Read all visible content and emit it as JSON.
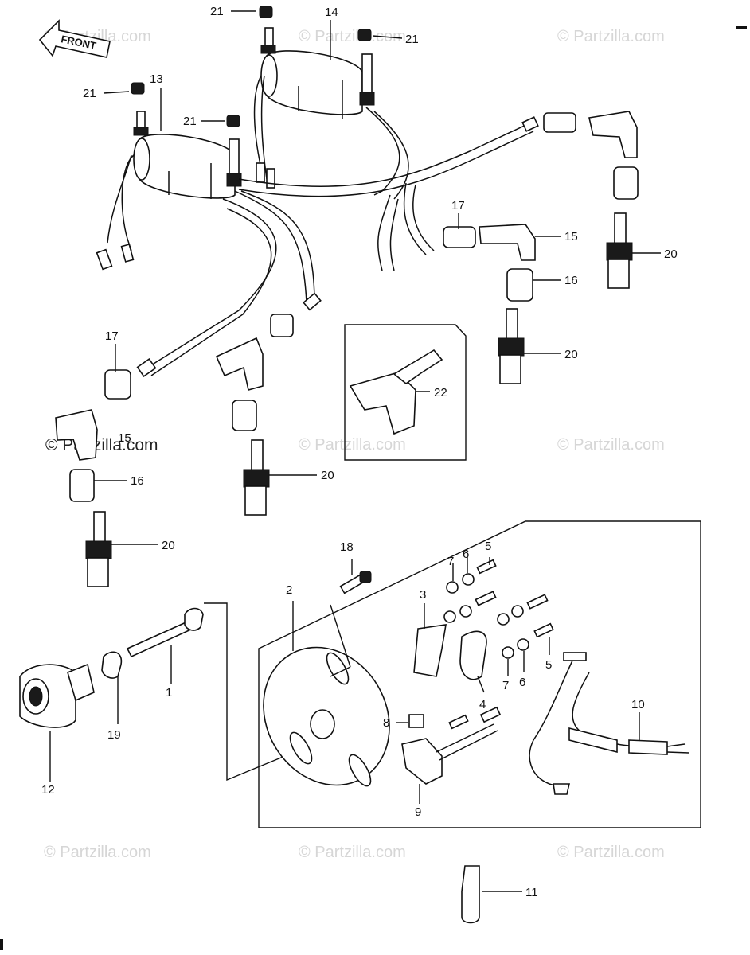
{
  "front_arrow": {
    "label": "FRONT"
  },
  "watermark": {
    "text": "© Partzilla.com",
    "prominent_text": "© Partzilla.com"
  },
  "callouts": {
    "c1": "1",
    "c2": "2",
    "c3": "3",
    "c4": "4",
    "c5a": "5",
    "c5b": "5",
    "c6a": "6",
    "c6b": "6",
    "c7a": "7",
    "c7b": "7",
    "c8": "8",
    "c9": "9",
    "c10": "10",
    "c11": "11",
    "c12": "12",
    "c13": "13",
    "c14": "14",
    "c15a": "15",
    "c15b": "15",
    "c16a": "16",
    "c16b": "16",
    "c17a": "17",
    "c17b": "17",
    "c18": "18",
    "c19": "19",
    "c20a": "20",
    "c20b": "20",
    "c20c": "20",
    "c20d": "20",
    "c21a": "21",
    "c21b": "21",
    "c21c": "21",
    "c21d": "21",
    "c22": "22"
  }
}
